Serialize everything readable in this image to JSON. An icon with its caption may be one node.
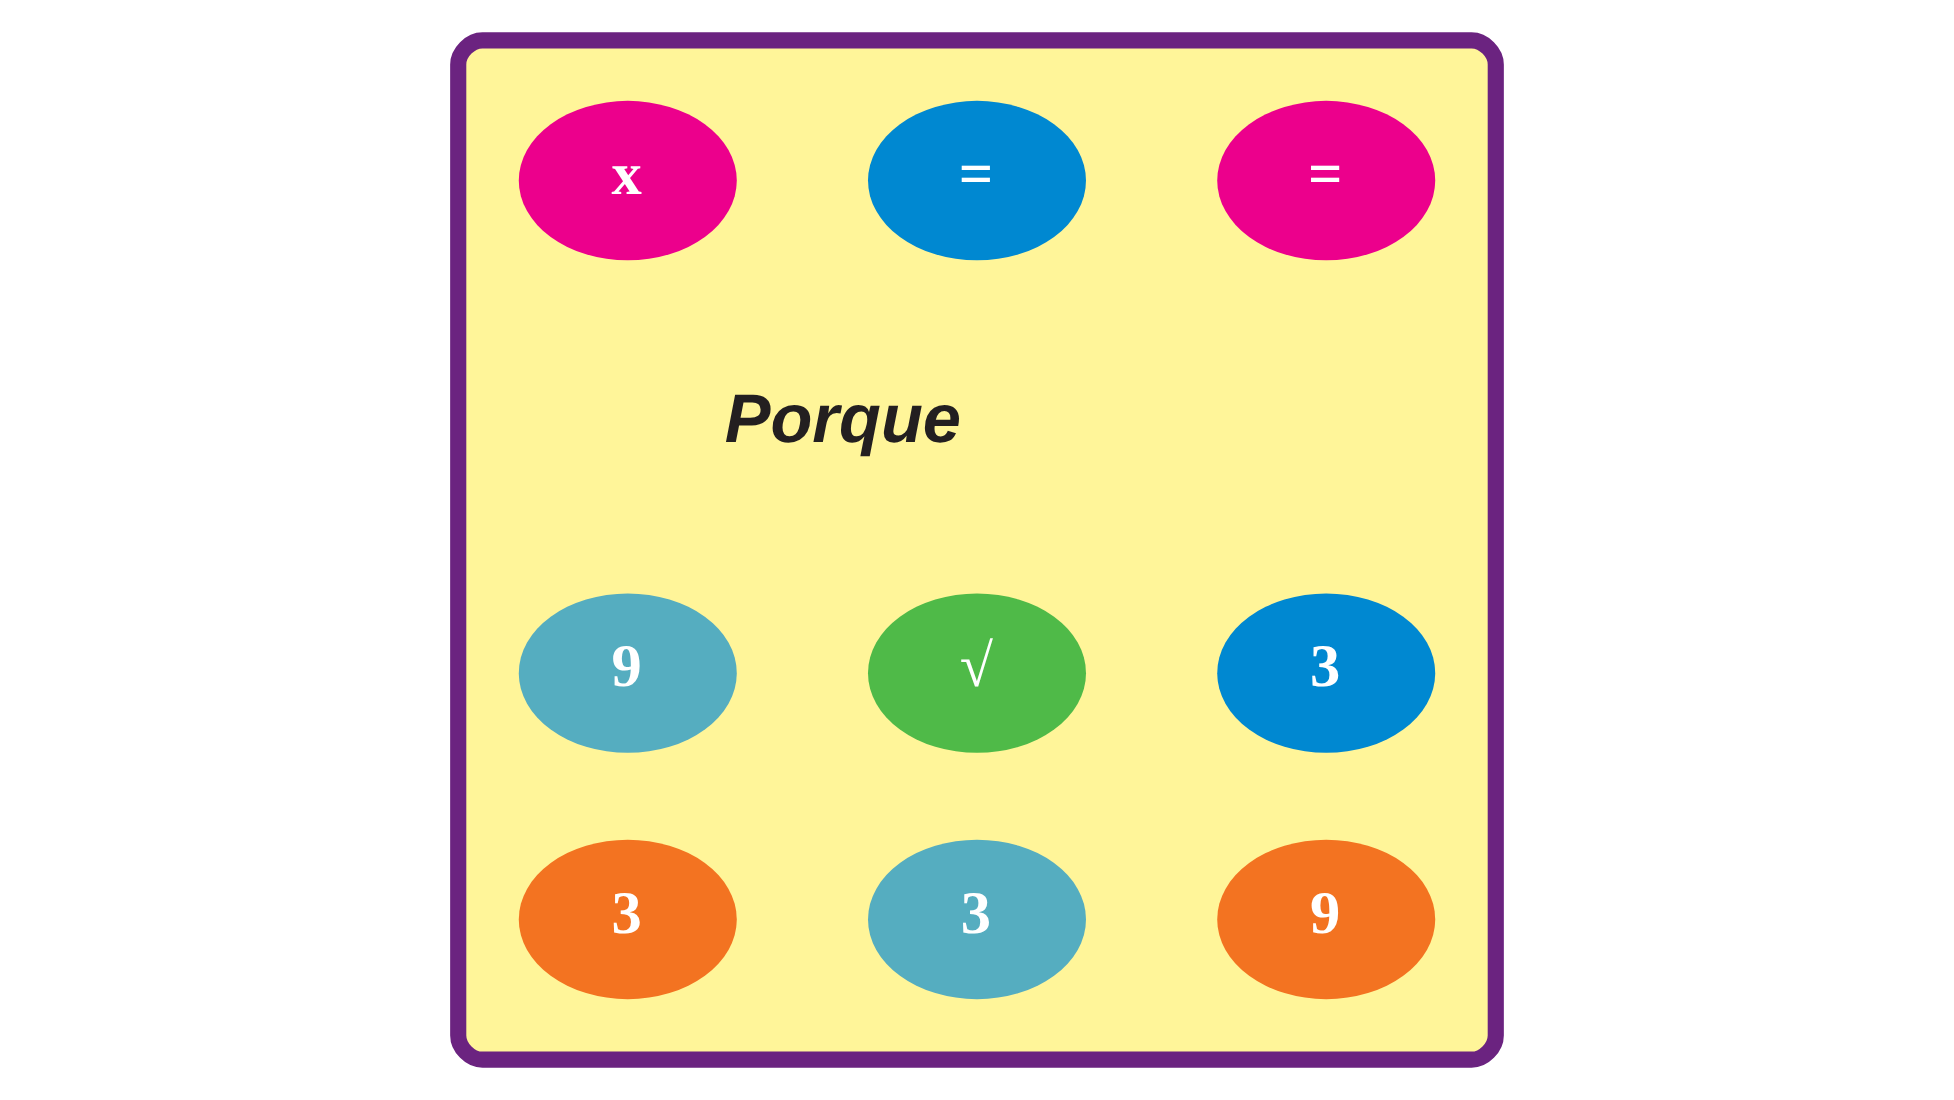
{
  "diagram": {
    "nodes": [
      {
        "text": [],
        "shape": "box"
      },
      {
        "text": [
          "="
        ],
        "in": 0
      },
      {
        "text": [
          "="
        ],
        "in": 0
      },
      {
        "text": [
          "x"
        ],
        "in": 0
      },
      {
        "text": [
          "3"
        ],
        "in": 0
      },
      {
        "text": [
          "√"
        ],
        "in": 0
      },
      {
        "text": [
          "9"
        ],
        "in": 0
      },
      {
        "text": [
          "9"
        ],
        "in": 0
      },
      {
        "text": [
          "3"
        ],
        "in": 0
      },
      {
        "text": [
          "3"
        ],
        "in": 0
      }
    ],
    "labels": [
      "Porque"
    ]
  }
}
